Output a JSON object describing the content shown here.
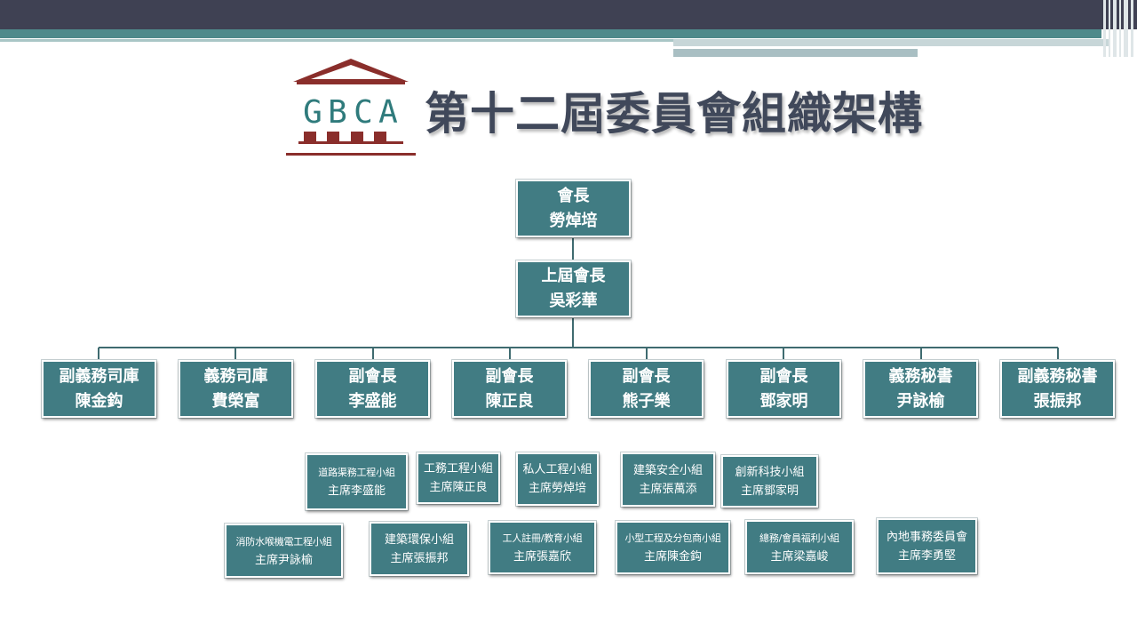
{
  "title": "第十二屆委員會組織架構",
  "logo": {
    "letters": [
      "G",
      "B",
      "C",
      "A"
    ]
  },
  "colors": {
    "box": "#417c83",
    "title": "#40485a",
    "logo": "#8a2e2b",
    "connector": "#3f6b70"
  },
  "president": {
    "role": "會長",
    "name": "勞焯培"
  },
  "past_president": {
    "role": "上屆會長",
    "name": "吳彩華"
  },
  "officers": [
    {
      "role": "副義務司庫",
      "name": "陳金鈎"
    },
    {
      "role": "義務司庫",
      "name": "費榮富"
    },
    {
      "role": "副會長",
      "name": "李盛能"
    },
    {
      "role": "副會長",
      "name": "陳正良"
    },
    {
      "role": "副會長",
      "name": "熊子樂"
    },
    {
      "role": "副會長",
      "name": "鄧家明"
    },
    {
      "role": "義務秘書",
      "name": "尹詠榆"
    },
    {
      "role": "副義務秘書",
      "name": "張振邦"
    }
  ],
  "committees_row1": [
    {
      "role": "道路渠務工程小組",
      "chair": "主席李盛能"
    },
    {
      "role": "工務工程小組",
      "chair": "主席陳正良"
    },
    {
      "role": "私人工程小組",
      "chair": "主席勞焯培"
    },
    {
      "role": "建築安全小組",
      "chair": "主席張萬添"
    },
    {
      "role": "創新科技小組",
      "chair": "主席鄧家明"
    }
  ],
  "committees_row2": [
    {
      "role": "消防水喉機電工程小組",
      "chair": "主席尹詠榆"
    },
    {
      "role": "建築環保小組",
      "chair": "主席張振邦"
    },
    {
      "role": "工人註冊/教育小組",
      "chair": "主席張嘉欣"
    },
    {
      "role": "小型工程及分包商小組",
      "chair": "主席陳金鈎"
    },
    {
      "role": "總務/會員福利小組",
      "chair": "主席梁嘉峻"
    },
    {
      "role": "內地事務委員會",
      "chair": "主席李勇堅"
    }
  ]
}
